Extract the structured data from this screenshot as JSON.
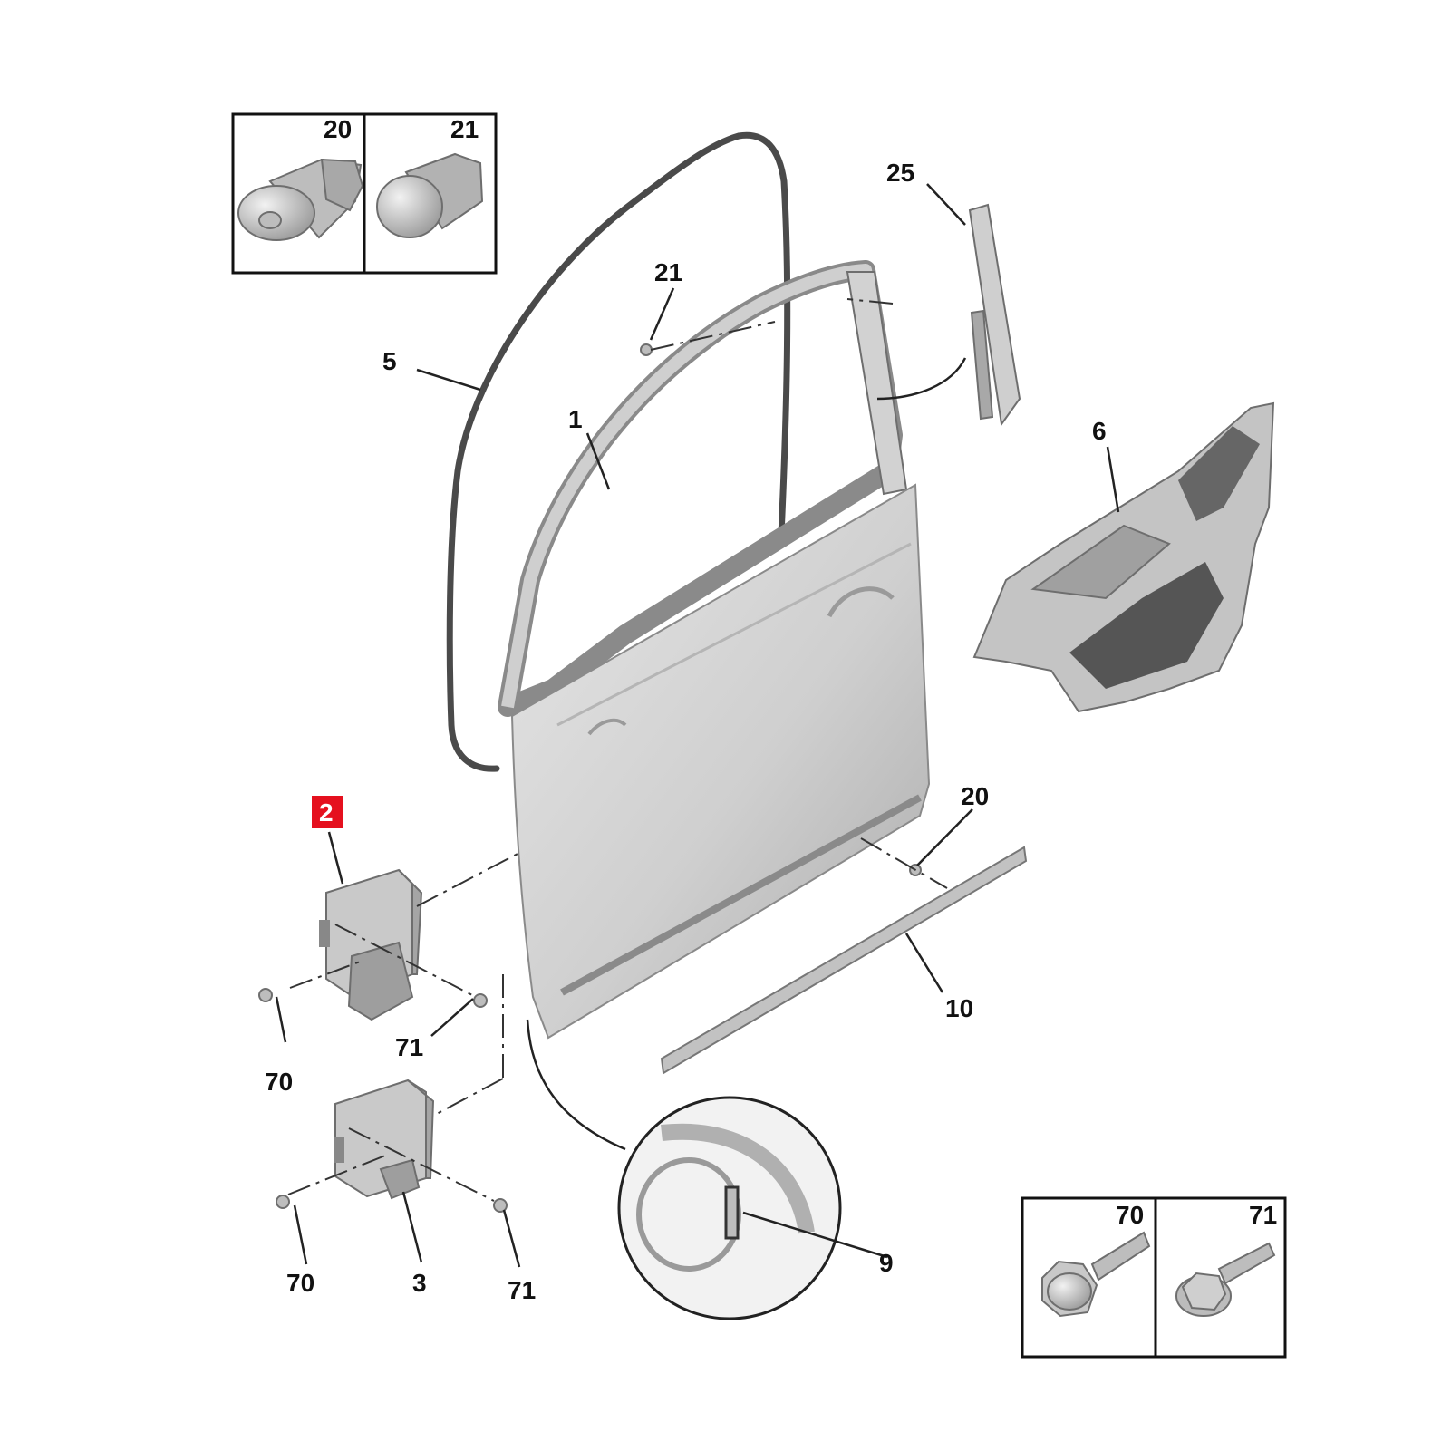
{
  "colors": {
    "highlight": "#e5101e",
    "part_fill": "#d6d6d6",
    "part_dark": "#9a9a9a",
    "seal": "#4a4a4a",
    "label": "#111111"
  },
  "callouts": {
    "p1": "1",
    "p2": "2",
    "p3": "3",
    "p5": "5",
    "p6": "6",
    "p9": "9",
    "p10": "10",
    "p20": "20",
    "p21": "21",
    "p25": "25",
    "p70_upper": "70",
    "p70_lower": "70",
    "p71_upper": "71",
    "p71_lower": "71"
  },
  "inset_clips": {
    "left": "20",
    "right": "21"
  },
  "inset_screws": {
    "left": "70",
    "right": "71"
  },
  "highlighted_callout": "2",
  "icons": [
    "clip-20-icon",
    "clip-21-icon",
    "screw-70-icon",
    "screw-71-icon"
  ]
}
